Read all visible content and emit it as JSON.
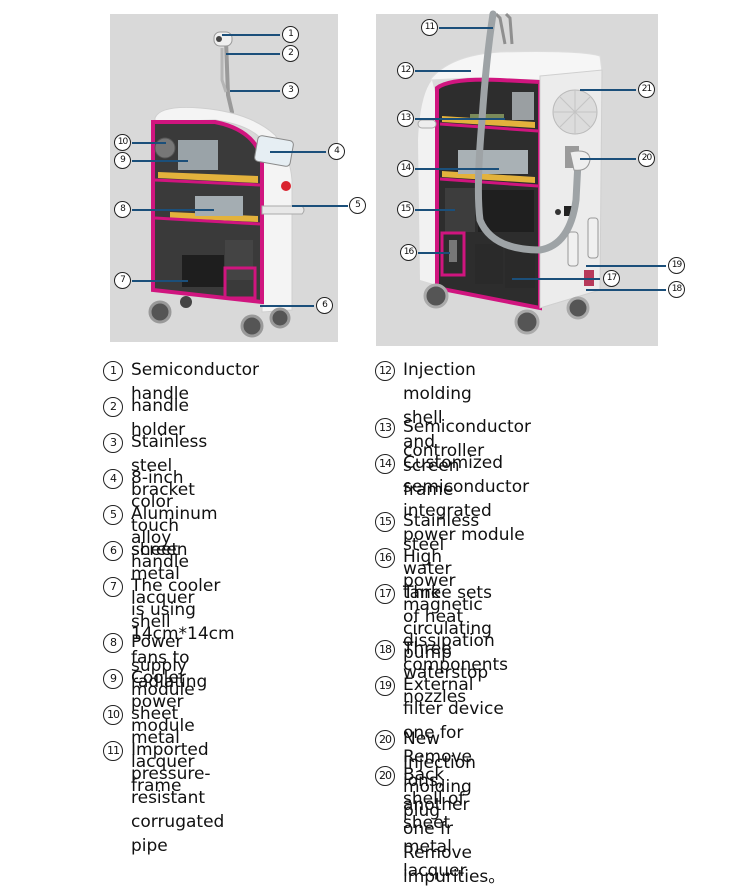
{
  "colors": {
    "panel_bg": "#d9d9d9",
    "frame_magenta": "#d0157f",
    "shelf_yellow": "#e3b23c",
    "leader_blue": "#1b4f7a",
    "shell_white": "#f4f4f4"
  },
  "left_figure": {
    "callouts": [
      "1",
      "2",
      "3",
      "4",
      "5",
      "6",
      "7",
      "8",
      "9",
      "10"
    ]
  },
  "right_figure": {
    "callouts": [
      "11",
      "12",
      "13",
      "14",
      "15",
      "16",
      "17",
      "18",
      "19",
      "20",
      "21"
    ]
  },
  "legend_left": [
    {
      "num": "1",
      "text": "Semiconductor handle"
    },
    {
      "num": "2",
      "text": "handle holder"
    },
    {
      "num": "3",
      "text": "Stainless steel bracket"
    },
    {
      "num": "4",
      "text": "8-inch color touch screen"
    },
    {
      "num": "5",
      "text": "Aluminum alloy handle"
    },
    {
      "num": "6",
      "text": "sheet metal lacquer shell"
    },
    {
      "num": "7",
      "text": "The cooler is using\n14cm*14cm fans to radiating"
    },
    {
      "num": "8",
      "text": "Power supply module"
    },
    {
      "num": "9",
      "text": "Cooler power module"
    },
    {
      "num": "10",
      "text": "sheet metal lacquer frame"
    },
    {
      "num": "11",
      "text": "Imported pressure-resistant\ncorrugated pipe"
    }
  ],
  "legend_right": [
    {
      "num": "12",
      "text": "Injection molding shell and\nscreen frame"
    },
    {
      "num": "13",
      "text": "Semiconductor controller"
    },
    {
      "num": "14",
      "text": "Customized semiconductor\n integrated power module"
    },
    {
      "num": "15",
      "text": "Stainless steel water tank"
    },
    {
      "num": "16",
      "text": "High power magnetic circulating pump"
    },
    {
      "num": "17",
      "text": "Three sets of heat dissipation\ncomponents"
    },
    {
      "num": "18",
      "text": "Three waterstop nozzles"
    },
    {
      "num": "19",
      "text": "External filter device one for Remove\nions, another one fr Remove impurities。"
    },
    {
      "num": "20",
      "text": "New Injection molding plug"
    },
    {
      "num": "20",
      "text": "Back shell of sheet metal lacquer"
    }
  ]
}
